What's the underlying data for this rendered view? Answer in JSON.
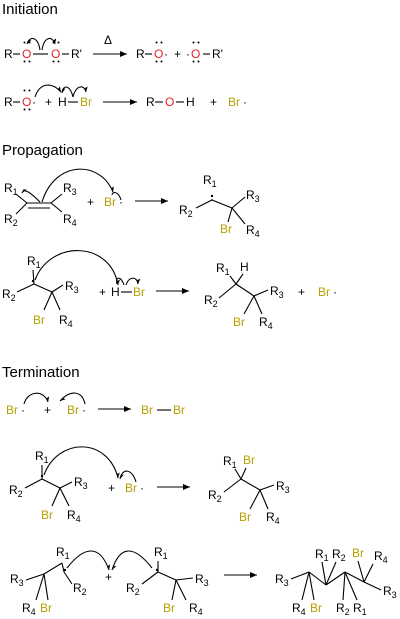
{
  "headings": {
    "initiation": "Initiation",
    "propagation": "Propagation",
    "termination": "Termination"
  },
  "atoms": {
    "R": "R",
    "O": "O",
    "H": "H",
    "Br": "Br",
    "R_prime": "R'",
    "R1": "R",
    "R2": "R",
    "R3": "R",
    "R4": "R",
    "sub1": "1",
    "sub2": "2",
    "sub3": "3",
    "sub4": "4"
  },
  "symbols": {
    "plus": "+",
    "delta": "Δ",
    "radical": "·"
  },
  "colors": {
    "oxygen": "#e8202a",
    "bromine": "#b6a000",
    "text": "#000000"
  }
}
